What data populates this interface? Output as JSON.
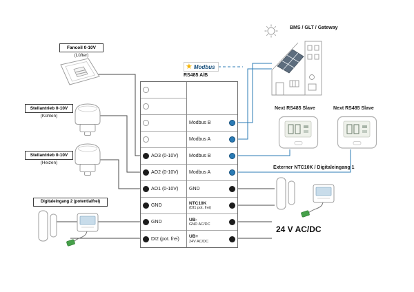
{
  "colors": {
    "wire_black": "#4a4a4a",
    "wire_blue": "#2b7bb5",
    "terminal_blue": "#2b7bb5",
    "terminal_black": "#1c1c1c",
    "modbus_star": "#f5b301",
    "modbus_text": "#174f7c"
  },
  "left_devices": {
    "fancoil": {
      "label": "Fancoil 0-10V",
      "sublabel": "(Lüfter)"
    },
    "cooling": {
      "label": "Stellantrieb 0-10V",
      "sublabel": "(Kühlen)"
    },
    "heating": {
      "label": "Stellantrieb 0-10V",
      "sublabel": "(Heizen)"
    },
    "digital_input": {
      "label": "Digitaleingang 2 (potentialfrei)"
    }
  },
  "terminal_block": {
    "left_rows": [
      {
        "label": ""
      },
      {
        "label": ""
      },
      {
        "label": ""
      },
      {
        "label": ""
      },
      {
        "label": "AO3 (0-10V)"
      },
      {
        "label": "AO2 (0-10V)"
      },
      {
        "label": "AO1 (0-10V)"
      },
      {
        "label": "GND"
      },
      {
        "label": "GND"
      },
      {
        "label": "DI2 (pot. frei)"
      }
    ],
    "right_rows": [
      {
        "label": "Modbus B"
      },
      {
        "label": "Modbus A"
      },
      {
        "label": "Modbus B"
      },
      {
        "label": "Modbus A"
      },
      {
        "label": "GND"
      },
      {
        "label": "NTC10K",
        "sublabel": "(DI1 pot. frei)"
      },
      {
        "label": "UB-",
        "sublabel": "GND AC/DC"
      },
      {
        "label": "UB+",
        "sublabel": "24V AC/DC"
      }
    ]
  },
  "top_right": {
    "bms_label": "BMS / GLT / Gateway"
  },
  "bus": {
    "modbus_label": "Modbus",
    "rs485_label": "RS485 A/B"
  },
  "right_side": {
    "slave1_label": "Next RS485 Slave",
    "slave2_label": "Next RS485 Slave",
    "external_label": "Externer NTC10K / Digitaleingang 1",
    "power_label": "24 V AC/DC"
  }
}
